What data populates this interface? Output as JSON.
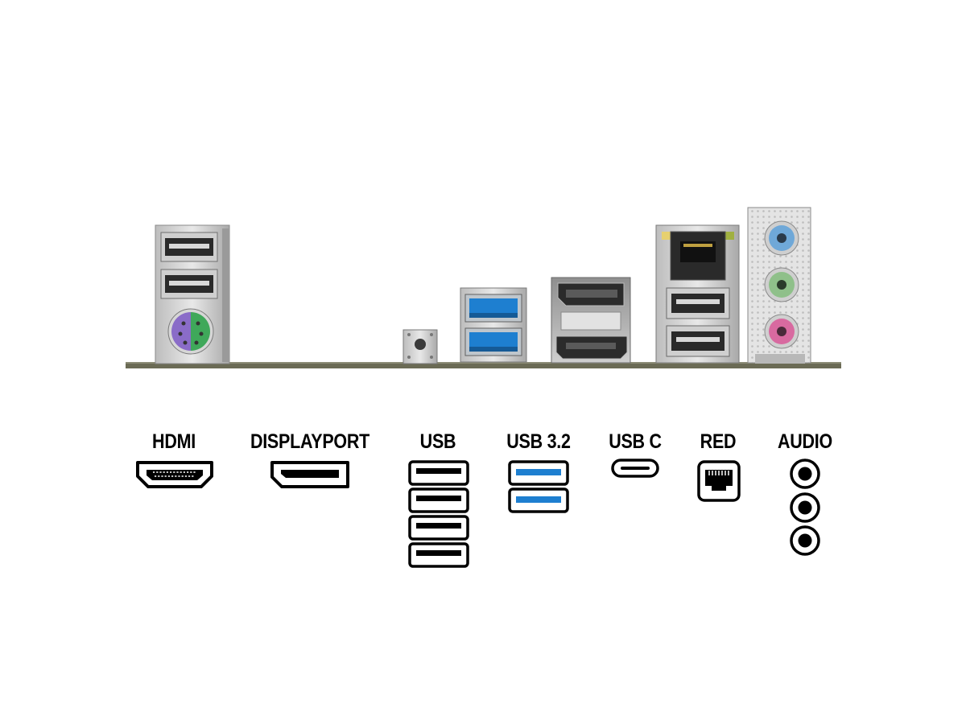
{
  "labels": {
    "hdmi": "HDMI",
    "displayport": "DISPLAYPORT",
    "usb": "USB",
    "usb32": "USB 3.2",
    "usbc": "USB C",
    "red": "RED",
    "audio": "AUDIO"
  },
  "colors": {
    "usb32_blue": "#1e7fd0",
    "audio_blue": "#6fa8d8",
    "audio_green": "#8fc08a",
    "audio_pink": "#d86aa0",
    "ps2_purple": "#8a6cc8",
    "ps2_green": "#3fa85a",
    "board": "#6b6b55",
    "icon_stroke": "#000000"
  },
  "icons": {
    "usb_count": 4,
    "usb32_count": 2,
    "audio_jack_count": 3
  }
}
